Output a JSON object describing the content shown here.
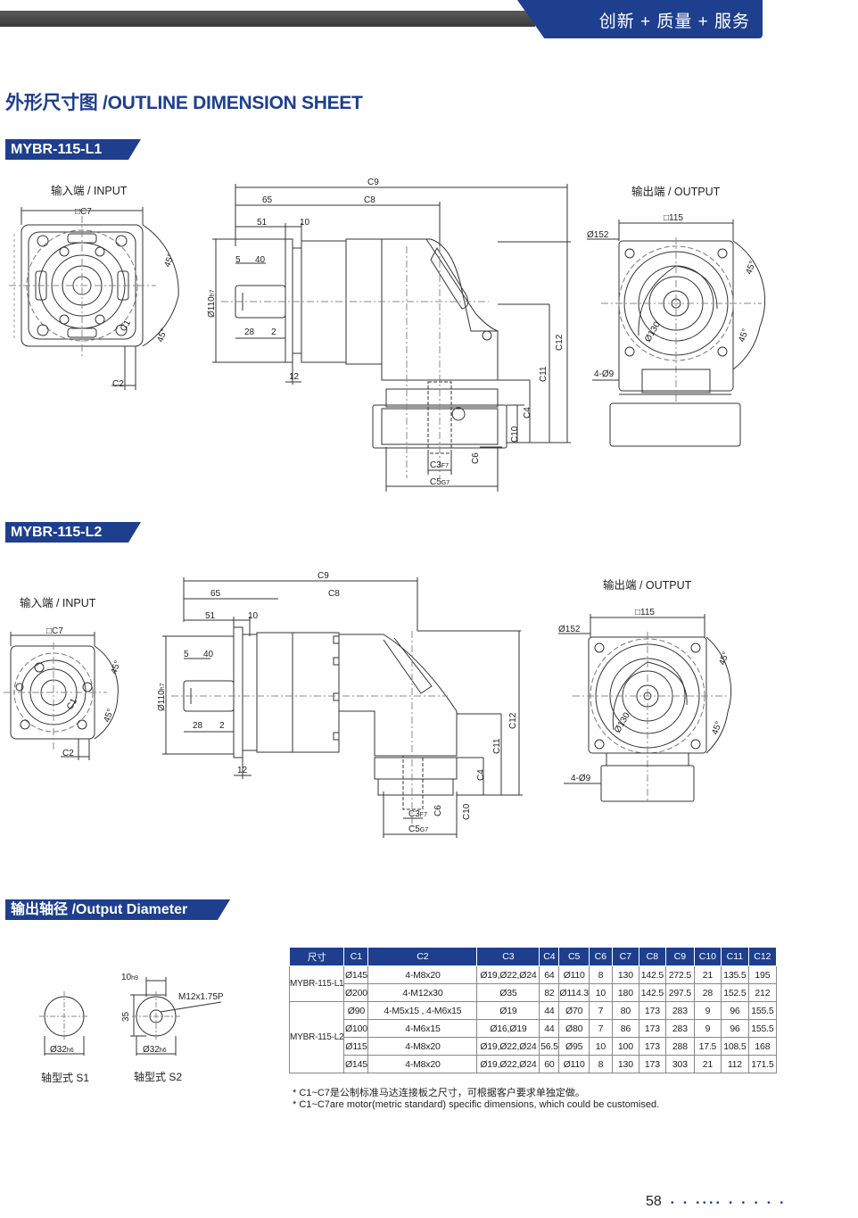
{
  "header": {
    "slogan": "创新 + 质量 + 服务"
  },
  "page_title": "外形尺寸图 /OUTLINE DIMENSION SHEET",
  "section1": {
    "model": "MYBR-115-L1"
  },
  "section2": {
    "model": "MYBR-115-L2"
  },
  "section3": {
    "title": "输出轴径 /Output Diameter"
  },
  "views": {
    "input": "输入端 / INPUT",
    "output": "输出端 / OUTPUT"
  },
  "dims": {
    "c1": "C1",
    "c2": "C2",
    "c3": "C3",
    "c3f": "F7",
    "c4": "C4",
    "c5": "C5",
    "c5g": "G7",
    "c6": "C6",
    "c7": "□C7",
    "c8": "C8",
    "c9": "C9",
    "c10": "C10",
    "c11": "C11",
    "c12": "C12",
    "d65": "65",
    "d51": "51",
    "d10": "10",
    "d5": "5",
    "d40": "40",
    "d28": "28",
    "d2": "2",
    "d12": "12",
    "d110": "Ø110",
    "d110t": "h7",
    "deg45": "45°",
    "sq115": "□115",
    "d152": "Ø152",
    "d130": "Ø130",
    "holes": "4-Ø9"
  },
  "shaft": {
    "s1_label": "轴型式  S1",
    "s2_label": "轴型式  S2",
    "d32": "Ø32",
    "d32t": "h6",
    "key10": "10",
    "key10t": "h9",
    "key35": "35",
    "thread": "M12x1.75P"
  },
  "table": {
    "headers": [
      "尺寸",
      "C1",
      "C2",
      "C3",
      "C4",
      "C5",
      "C6",
      "C7",
      "C8",
      "C9",
      "C10",
      "C11",
      "C12"
    ],
    "groups": [
      {
        "model": "MYBR-115-L1",
        "rows": [
          [
            "Ø145",
            "4-M8x20",
            "Ø19,Ø22,Ø24",
            "64",
            "Ø110",
            "8",
            "130",
            "142.5",
            "272.5",
            "21",
            "135.5",
            "195"
          ],
          [
            "Ø200",
            "4-M12x30",
            "Ø35",
            "82",
            "Ø114.3",
            "10",
            "180",
            "142.5",
            "297.5",
            "28",
            "152.5",
            "212"
          ]
        ]
      },
      {
        "model": "MYBR-115-L2",
        "rows": [
          [
            "Ø90",
            "4-M5x15 , 4-M6x15",
            "Ø19",
            "44",
            "Ø70",
            "7",
            "80",
            "173",
            "283",
            "9",
            "96",
            "155.5"
          ],
          [
            "Ø100",
            "4-M6x15",
            "Ø16,Ø19",
            "44",
            "Ø80",
            "7",
            "86",
            "173",
            "283",
            "9",
            "96",
            "155.5"
          ],
          [
            "Ø115",
            "4-M8x20",
            "Ø19,Ø22,Ø24",
            "56.5",
            "Ø95",
            "10",
            "100",
            "173",
            "288",
            "17.5",
            "108.5",
            "168"
          ],
          [
            "Ø145",
            "4-M8x20",
            "Ø19,Ø22,Ø24",
            "60",
            "Ø110",
            "8",
            "130",
            "173",
            "303",
            "21",
            "112",
            "171.5"
          ]
        ]
      }
    ]
  },
  "notes": {
    "cn": "* C1~C7是公制标准马达连接板之尺寸，可根据客户要求单独定做。",
    "en": "* C1~C7are motor(metric standard)  specific dimensions, which could be customised."
  },
  "footer": {
    "page": "58",
    "dots": "• • •••• • • • • •"
  },
  "colors": {
    "brand": "#1e3f8e",
    "topbar": "#4a4a4a"
  }
}
